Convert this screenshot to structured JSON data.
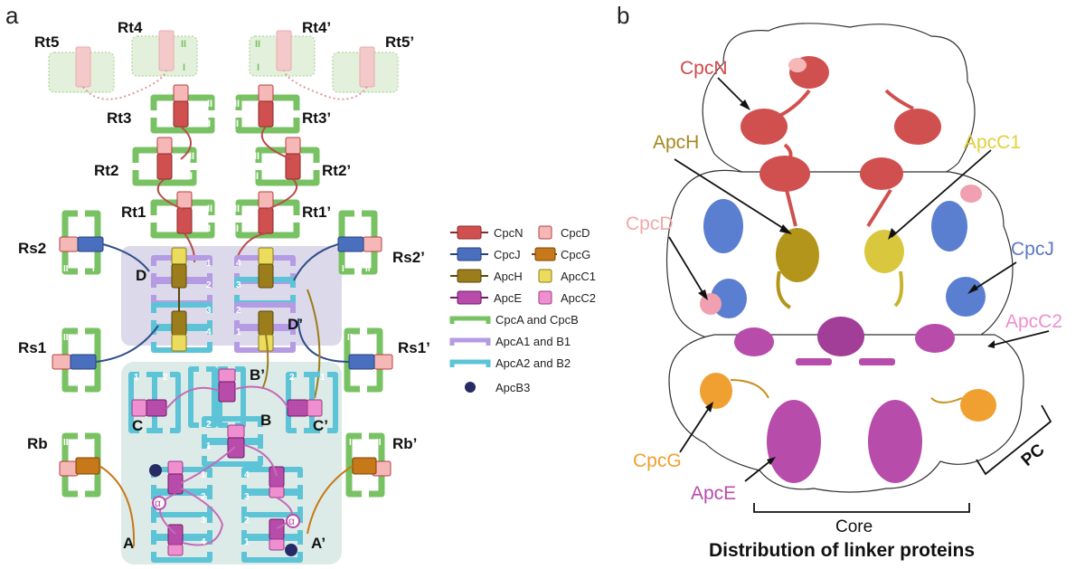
{
  "panels": {
    "a": "a",
    "b": "b"
  },
  "rods_a": {
    "rt5": "Rt5",
    "rt4": "Rt4",
    "rt4p": "Rt4’",
    "rt5p": "Rt5’",
    "rt3": "Rt3",
    "rt3p": "Rt3’",
    "rt2": "Rt2",
    "rt2p": "Rt2’",
    "rt1": "Rt1",
    "rt1p": "Rt1’",
    "rs2": "Rs2",
    "rs2p": "Rs2’",
    "rs1": "Rs1",
    "rs1p": "Rs1’",
    "rb": "Rb",
    "rbp": "Rb’"
  },
  "core_labels": {
    "d": "D",
    "dp": "D’",
    "c": "C",
    "cp": "C’",
    "b": "B",
    "bp": "B’",
    "a": "A",
    "ap": "A’",
    "alpha": "α"
  },
  "roman": {
    "one": "I",
    "two": "II"
  },
  "nums": {
    "n1": "1",
    "n2": "2",
    "n3": "3",
    "n4": "4"
  },
  "legend": {
    "cpcn": "CpcN",
    "cpcd": "CpcD",
    "cpcj": "CpcJ",
    "cpcg": "CpcG",
    "apch": "ApcH",
    "apcc1": "ApcC1",
    "apce": "ApcE",
    "apcc2": "ApcC2",
    "cpcab": "CpcA and CpcB",
    "apca1b1": "ApcA1 and B1",
    "apca2b2": "ApcA2 and B2",
    "apcb3": "ApcB3"
  },
  "panel_b": {
    "cpcn": "CpcN",
    "apch": "ApcH",
    "apcc1": "ApcC1",
    "cpcd": "CpcD",
    "cpcj": "CpcJ",
    "apcc2": "ApcC2",
    "cpcg": "CpcG",
    "apce": "ApcE",
    "pc": "PC",
    "core": "Core",
    "title": "Distribution of linker proteins"
  },
  "colors": {
    "cpcn": "#d0504f",
    "cpcd": "#f6b7b7",
    "cpcj": "#4a6fbf",
    "cpcg": "#c77818",
    "apch": "#9b7d1c",
    "apcc1": "#ecdc5e",
    "apce": "#b84cab",
    "apcc2": "#ef8fcf",
    "cpcab": "#79c264",
    "apca1b1": "#b59be3",
    "apca2b2": "#5cc4d6",
    "apcb3": "#262b66",
    "core_bg_top": "#dcd9ea",
    "core_bg_bottom": "#dcebe7"
  }
}
